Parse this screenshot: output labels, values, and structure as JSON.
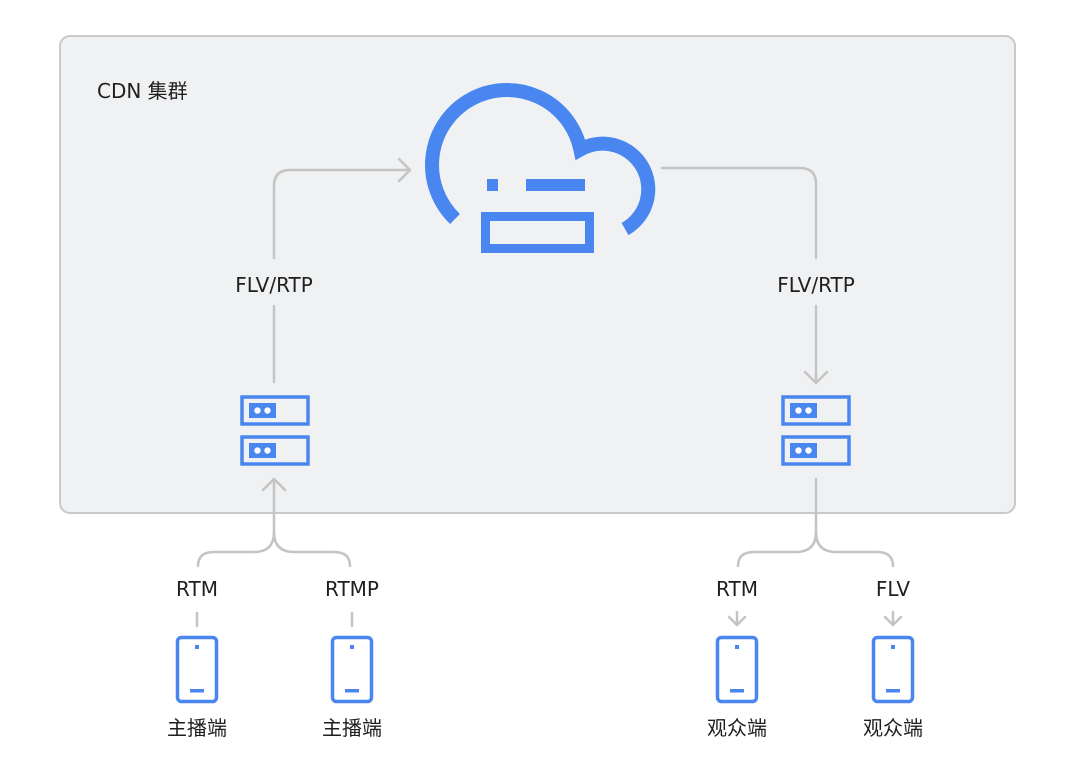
{
  "cluster": {
    "label": "CDN 集群"
  },
  "origin": {
    "icon": "cloud-server-icon"
  },
  "ingest_link": {
    "protocol_label": "FLV/RTP"
  },
  "egress_link": {
    "protocol_label": "FLV/RTP"
  },
  "ingest_servers": {
    "icon": "server-stack-icon"
  },
  "edge_servers": {
    "icon": "server-stack-icon"
  },
  "publishers": [
    {
      "protocol": "RTM",
      "label": "主播端",
      "icon": "phone-icon"
    },
    {
      "protocol": "RTMP",
      "label": "主播端",
      "icon": "phone-icon"
    }
  ],
  "viewers": [
    {
      "protocol": "RTM",
      "label": "观众端",
      "icon": "phone-icon"
    },
    {
      "protocol": "FLV",
      "label": "观众端",
      "icon": "phone-icon"
    }
  ],
  "colors": {
    "accent": "#4a86f0",
    "line": "#c4c4c4",
    "cluster_bg": "#f0f1f3",
    "cluster_border": "#c9c9c9",
    "text": "#1f1f1f"
  }
}
